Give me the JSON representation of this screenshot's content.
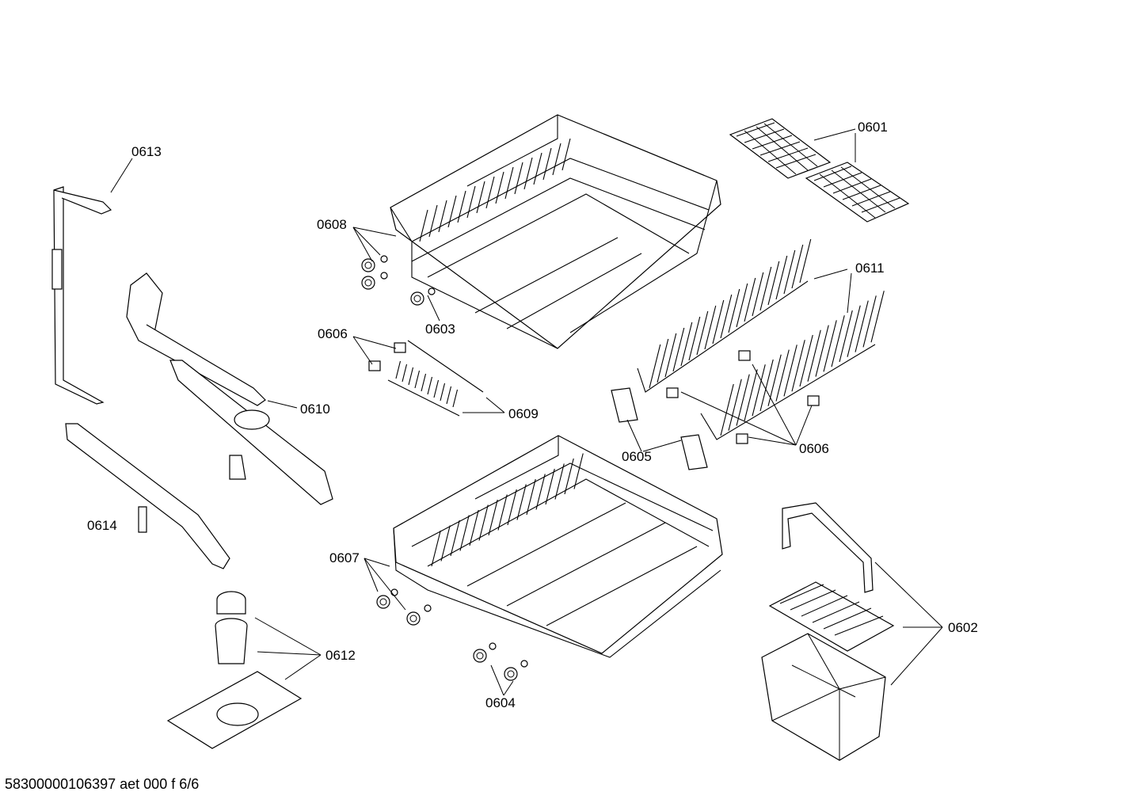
{
  "callouts": {
    "c0601": "0601",
    "c0602": "0602",
    "c0603": "0603",
    "c0604": "0604",
    "c0605": "0605",
    "c0606a": "0606",
    "c0606b": "0606",
    "c0607": "0607",
    "c0608": "0608",
    "c0609": "0609",
    "c0610": "0610",
    "c0611": "0611",
    "c0612": "0612",
    "c0613": "0613",
    "c0614": "0614"
  },
  "footer": "58300000106397 aet 000 f 6/6"
}
